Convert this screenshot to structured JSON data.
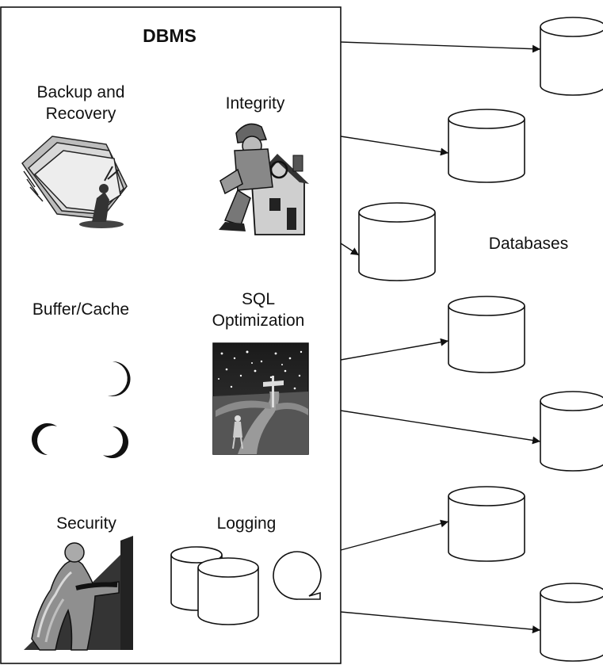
{
  "dbms": {
    "title": "DBMS",
    "components": {
      "backup": {
        "line1": "Backup and",
        "line2": "Recovery",
        "icon": "folders-clipart"
      },
      "integrity": {
        "label": "Integrity",
        "icon": "detective-house-clipart"
      },
      "buffer": {
        "label": "Buffer/Cache",
        "icon": "crescent-rings-clipart"
      },
      "sql": {
        "line1": "SQL",
        "line2": "Optimization",
        "icon": "starry-crossroads-clipart"
      },
      "security": {
        "label": "Security",
        "icon": "guard-figure-clipart"
      },
      "logging": {
        "label": "Logging",
        "icon": "log-drums-clipart"
      }
    }
  },
  "databases": {
    "label": "Databases",
    "count": 7
  },
  "colors": {
    "stroke": "#111111",
    "background": "#ffffff"
  }
}
